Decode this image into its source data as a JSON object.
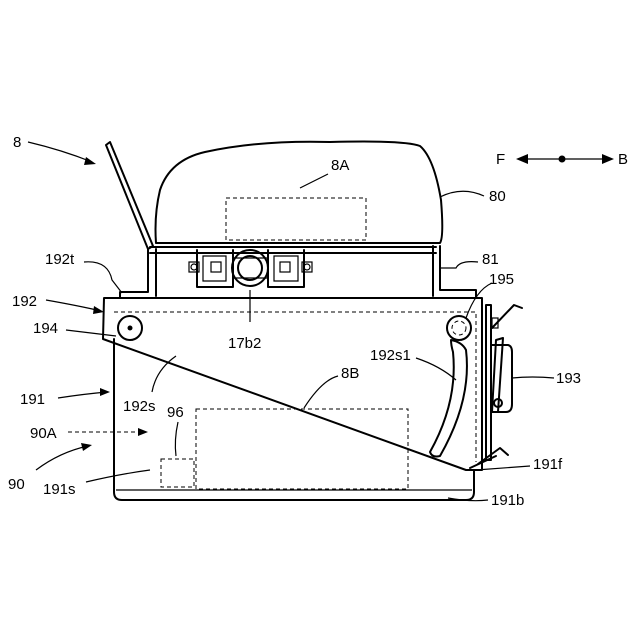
{
  "labels": {
    "l8": "8",
    "l8A": "8A",
    "l80": "80",
    "l81": "81",
    "l192t": "192t",
    "l192": "192",
    "l194": "194",
    "l195": "195",
    "l17b2": "17b2",
    "l192s1": "192s1",
    "l8B": "8B",
    "l193": "193",
    "l191": "191",
    "l192s": "192s",
    "l96": "96",
    "l90A": "90A",
    "l90": "90",
    "l191s": "191s",
    "l191f": "191f",
    "l191b": "191b"
  },
  "direction": {
    "front": "F",
    "back": "B"
  }
}
